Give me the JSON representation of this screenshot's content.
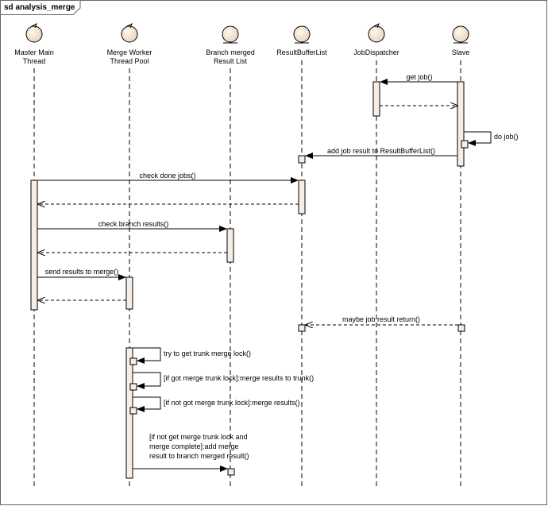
{
  "frame": {
    "title": "sd analysis_merge"
  },
  "lifelines": [
    {
      "id": "master",
      "label_lines": [
        "Master Main",
        "Thread"
      ]
    },
    {
      "id": "pool",
      "label_lines": [
        "Merge Worker",
        "Thread Pool"
      ]
    },
    {
      "id": "branch",
      "label_lines": [
        "Branch merged",
        "Result List"
      ]
    },
    {
      "id": "rbl",
      "label_lines": [
        "ResultBufferList"
      ]
    },
    {
      "id": "jd",
      "label_lines": [
        "JobDispatcher"
      ]
    },
    {
      "id": "slave",
      "label_lines": [
        "Slave"
      ]
    }
  ],
  "messages": {
    "get_job": "get job()",
    "do_job": "do job()",
    "add_job_result": "add job result to ResultBufferList()",
    "check_done_jobs": "check done jobs()",
    "check_branch_results": "check branch results()",
    "send_results_to_merge": "send results to merge()",
    "maybe_job_result_return": "maybe job result return()",
    "try_trunk_lock": "try to get trunk merge lock()",
    "got_lock_merge": "[if got merge trunk lock]:merge results to trunk()",
    "not_got_lock_merge": "[if not got merge trunk lock]:merge results()",
    "add_merge_result_lines": [
      "[if not get merge trunk lock and",
      "merge complete]:add merge",
      "result to branch merged result()"
    ]
  },
  "colors": {
    "activation_fill": "#f6eee6",
    "line": "#000000"
  }
}
